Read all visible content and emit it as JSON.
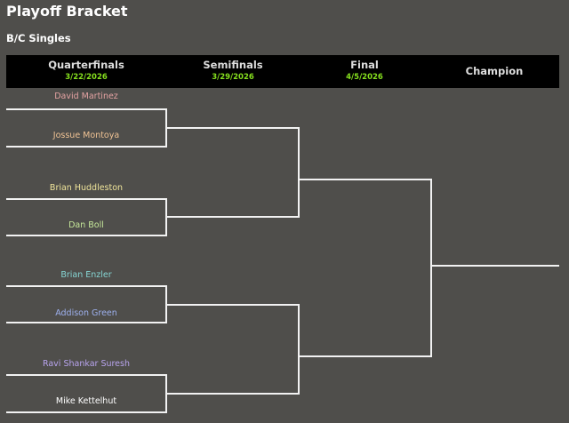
{
  "page": {
    "title": "Playoff Bracket",
    "subtitle": "B/C Singles"
  },
  "rounds": [
    {
      "label": "Quarterfinals",
      "date": "3/22/2026"
    },
    {
      "label": "Semifinals",
      "date": "3/29/2026"
    },
    {
      "label": "Final",
      "date": "4/5/2026"
    },
    {
      "label": "Champion"
    }
  ],
  "players": [
    {
      "name": "David Martinez",
      "color": "#e5a3a3"
    },
    {
      "name": "Jossue Montoya",
      "color": "#f0c394"
    },
    {
      "name": "Brian Huddleston",
      "color": "#efe49a"
    },
    {
      "name": "Dan Boll",
      "color": "#c6e89a"
    },
    {
      "name": "Brian Enzler",
      "color": "#86d6d4"
    },
    {
      "name": "Addison Green",
      "color": "#9db0ee"
    },
    {
      "name": "Ravi Shankar Suresh",
      "color": "#b8a4ee"
    },
    {
      "name": "Mike Kettelhut",
      "color": "#ffffff"
    }
  ]
}
